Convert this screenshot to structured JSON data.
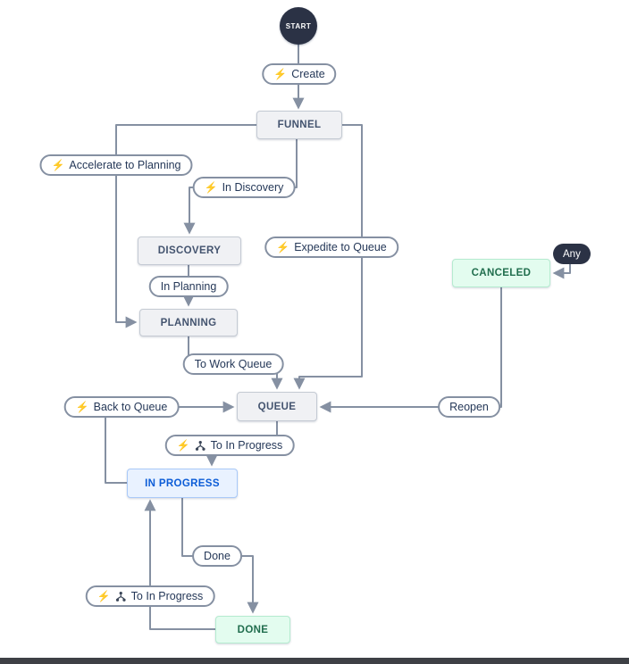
{
  "diagram": {
    "type": "workflow",
    "background": "#ffffff"
  },
  "start": {
    "label": "START"
  },
  "any": {
    "label": "Any"
  },
  "icons": {
    "bolt": "⚡",
    "branch": "branch-fork"
  },
  "statuses": [
    {
      "id": "funnel",
      "label": "FUNNEL",
      "category": "todo"
    },
    {
      "id": "discovery",
      "label": "DISCOVERY",
      "category": "todo"
    },
    {
      "id": "planning",
      "label": "PLANNING",
      "category": "todo"
    },
    {
      "id": "queue",
      "label": "QUEUE",
      "category": "todo"
    },
    {
      "id": "in_progress",
      "label": "IN PROGRESS",
      "category": "in-progress"
    },
    {
      "id": "done",
      "label": "DONE",
      "category": "done"
    },
    {
      "id": "canceled",
      "label": "CANCELED",
      "category": "done"
    }
  ],
  "transitions": [
    {
      "label": "Create",
      "icons": [
        "bolt"
      ],
      "from": "start",
      "to": "funnel"
    },
    {
      "label": "Accelerate to Planning",
      "icons": [
        "bolt"
      ],
      "from": "funnel",
      "to": "planning"
    },
    {
      "label": "In Discovery",
      "icons": [
        "bolt"
      ],
      "from": "funnel",
      "to": "discovery"
    },
    {
      "label": "Expedite to Queue",
      "icons": [
        "bolt"
      ],
      "from": "funnel",
      "to": "queue"
    },
    {
      "label": "In Planning",
      "icons": [],
      "from": "discovery",
      "to": "planning"
    },
    {
      "label": "To Work Queue",
      "icons": [],
      "from": "planning",
      "to": "queue"
    },
    {
      "label": "Back to Queue",
      "icons": [
        "bolt"
      ],
      "from": "in_progress",
      "to": "queue"
    },
    {
      "label": "Reopen",
      "icons": [],
      "from": "canceled",
      "to": "queue"
    },
    {
      "label": "To In Progress",
      "icons": [
        "bolt",
        "branch"
      ],
      "from": "queue",
      "to": "in_progress"
    },
    {
      "label": "Done",
      "icons": [],
      "from": "in_progress",
      "to": "done"
    },
    {
      "label": "To In Progress",
      "icons": [
        "bolt",
        "branch"
      ],
      "from": "done",
      "to": "in_progress"
    }
  ],
  "colors": {
    "edge": "#8590A2",
    "todo_bg": "#F0F1F4",
    "todo_text": "#44546F",
    "in_progress_bg": "#E9F2FF",
    "in_progress_text": "#0B5CD7",
    "done_bg": "#E3FCEF",
    "done_text": "#216E4E",
    "dark_node": "#2B3245"
  }
}
